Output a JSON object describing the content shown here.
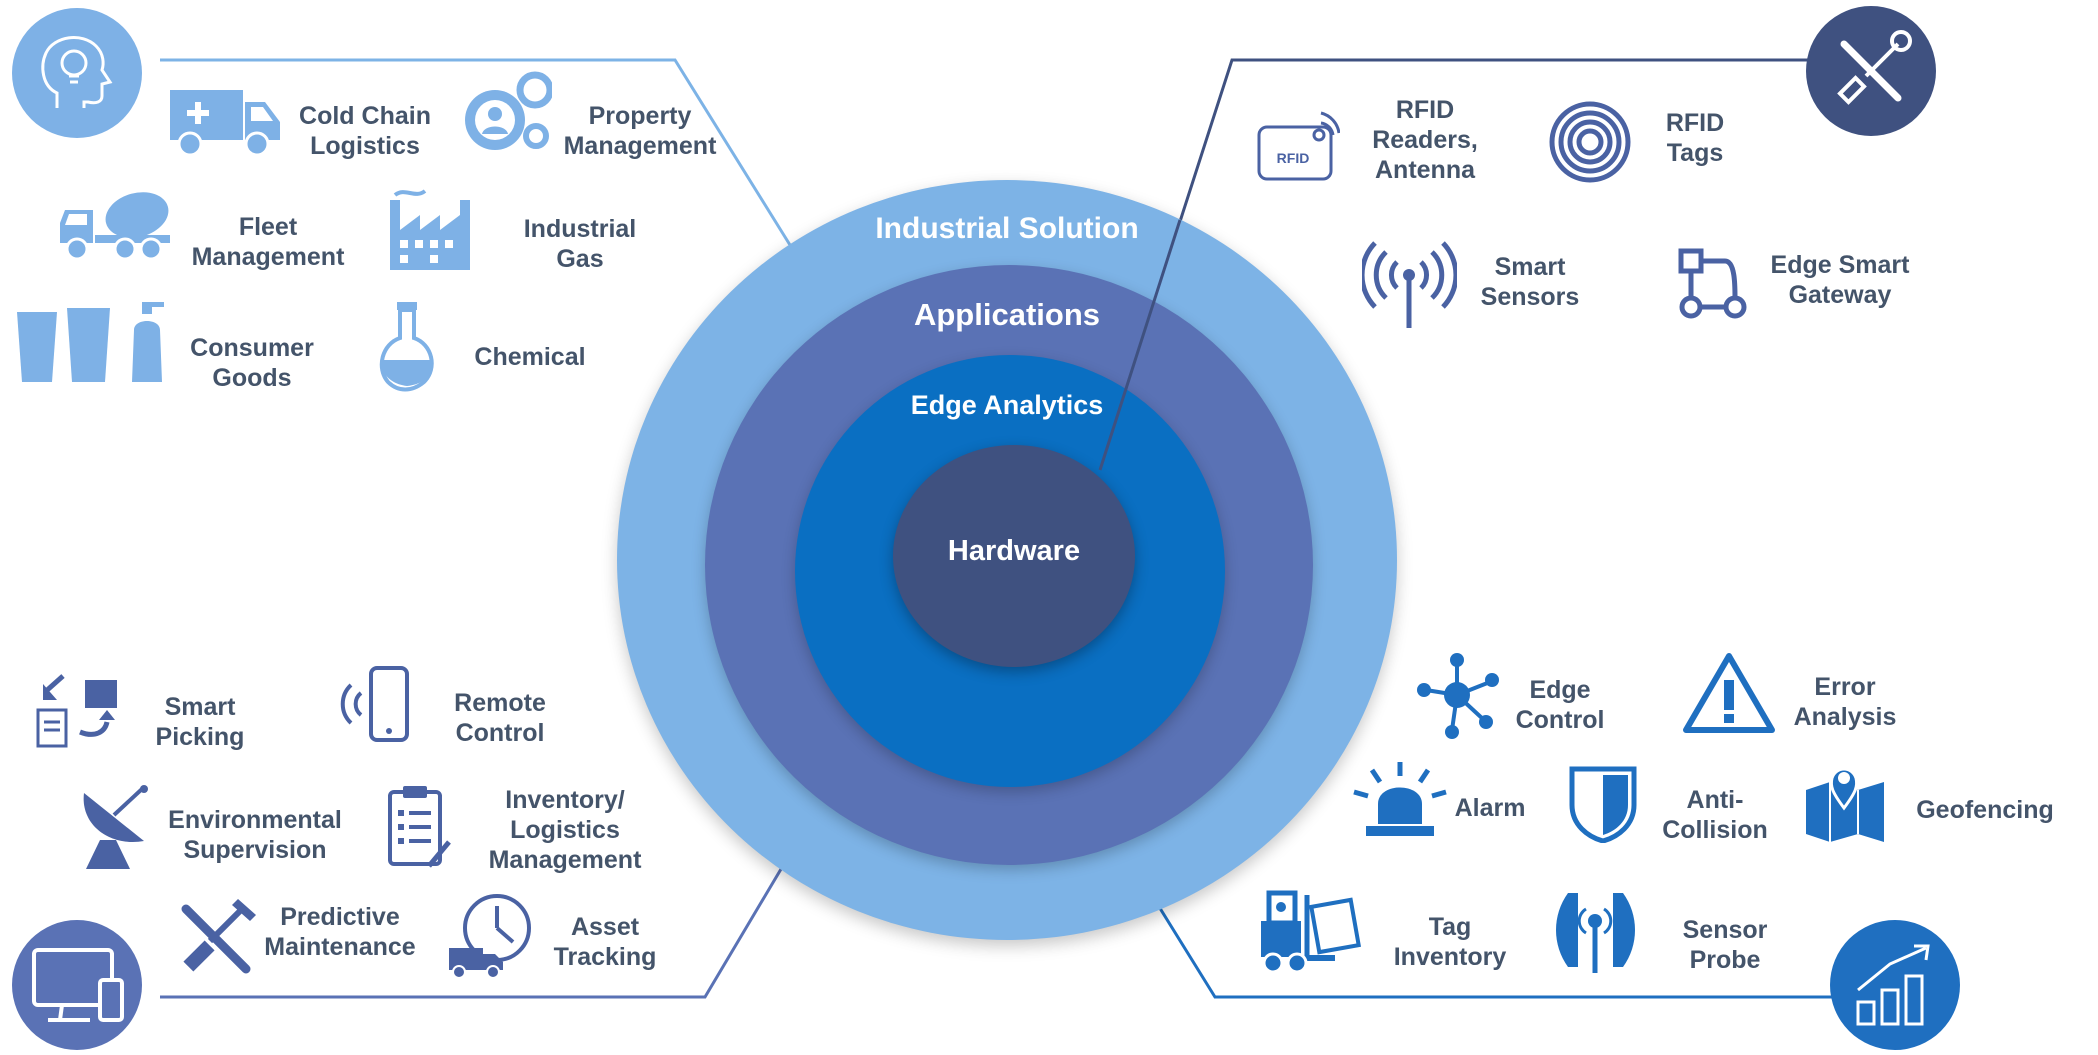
{
  "rings": {
    "outer": "Industrial Solution",
    "second": "Applications",
    "third": "Edge Analytics",
    "core": "Hardware"
  },
  "industries": {
    "cold_chain": "Cold Chain\nLogistics",
    "property": "Property\nManagement",
    "fleet": "Fleet\nManagement",
    "industrial_gas": "Industrial\nGas",
    "consumer_goods": "Consumer\nGoods",
    "chemical": "Chemical"
  },
  "hardware_items": {
    "rfid_readers": "RFID\nReaders,\nAntenna",
    "rfid_reader_icon_text": "RFID",
    "rfid_tags": "RFID\nTags",
    "smart_sensors": "Smart\nSensors",
    "edge_gateway": "Edge Smart\nGateway"
  },
  "applications": {
    "smart_picking": "Smart\nPicking",
    "remote_control": "Remote\nControl",
    "environmental": "Environmental\nSupervision",
    "inventory": "Inventory/\nLogistics\nManagement",
    "predictive": "Predictive\nMaintenance",
    "asset_tracking": "Asset\nTracking"
  },
  "analytics": {
    "edge_control": "Edge\nControl",
    "error_analysis": "Error\nAnalysis",
    "alarm": "Alarm",
    "anti_collision": "Anti-\nCollision",
    "geofencing": "Geofencing",
    "tag_inventory": "Tag\nInventory",
    "sensor_probe": "Sensor\nProbe"
  },
  "colors": {
    "outer_ring": "#7db3e6",
    "second_ring": "#5a72b5",
    "third_ring": "#0a6fc2",
    "core": "#3f5180",
    "light_icon": "#7eb1e6",
    "dark_icon": "#4a62a3",
    "mid_icon": "#1f6fc0",
    "text": "#44546a"
  }
}
